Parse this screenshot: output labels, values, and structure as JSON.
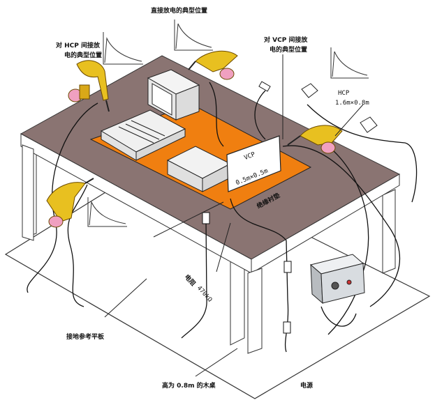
{
  "labels": {
    "direct_discharge": "直接放电的典型位置",
    "hcp_indirect_line1": "对 HCP 间接放",
    "hcp_indirect_line2": "电的典型位置",
    "vcp_indirect_line1": "对 VCP 间接放",
    "vcp_indirect_line2": "电的典型位置",
    "hcp_name": "HCP",
    "hcp_size": "1.6m×0.8m",
    "vcp_name": "VCP",
    "vcp_size": "0.5m×0.5m",
    "insulation_pad": "绝缘衬垫",
    "resistor_line1": "电阻",
    "resistor_line2": "470kΩ",
    "ground_plane": "接地参考平板",
    "table_height": "高为 0.8m 的木桌",
    "power_supply": "电源"
  },
  "colors": {
    "table_top": "#8a7472",
    "table_edge": "#6e5b59",
    "legs": "#ffffff",
    "ground_plane": "#ffffff",
    "insulation": "#f07f10",
    "gun_body": "#e8c020",
    "gun_tip": "#f0a0c0",
    "equipment": "#f2f2f2",
    "power_box": "#d8dce0"
  },
  "icons": {
    "esd_gun": "esd-gun-icon",
    "waveform": "discharge-waveform-icon",
    "computer": "computer-icon",
    "keyboard": "keyboard-icon",
    "power_supply": "power-supply-icon",
    "plug": "plug-icon"
  }
}
